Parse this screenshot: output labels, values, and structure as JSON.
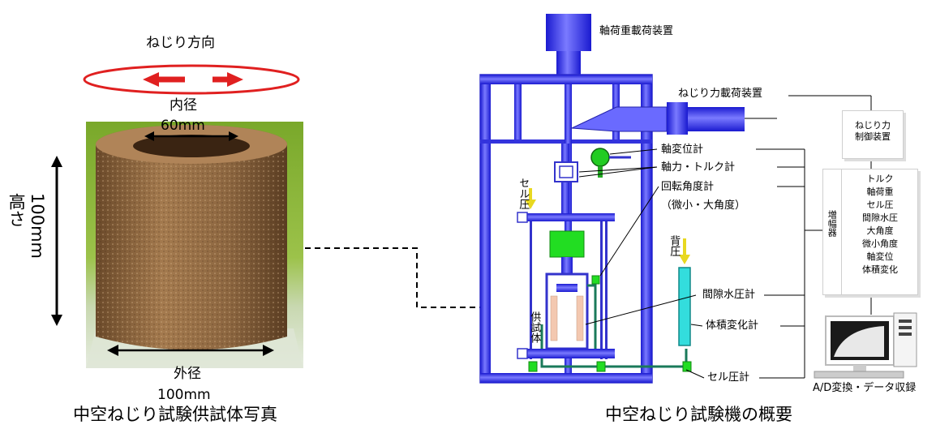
{
  "specimen": {
    "twist_label": "ねじり方向",
    "inner_label": "内径",
    "inner_value": "60mm",
    "height_label": "高さ",
    "height_value": "100mm",
    "outer_label": "外径",
    "outer_value": "100mm",
    "caption": "中空ねじり試験供試体写真"
  },
  "machine": {
    "caption": "中空ねじり試験機の概要",
    "top_load_device": "軸荷重載荷装置",
    "torsion_load_device": "ねじり力載荷装置",
    "axial_displacement": "軸変位計",
    "axial_torque": "軸力・トルク計",
    "rotation_angle": "回転角度計",
    "rotation_angle_sub": "（微小・大角度）",
    "cell_pressure": "セル圧",
    "back_pressure": "背圧",
    "specimen": "供試体",
    "pore_pressure": "間隙水圧計",
    "volume_change": "体積変化計",
    "cell_pressure_gauge": "セル圧計"
  },
  "controller": {
    "line1": "ねじり力",
    "line2": "制御装置"
  },
  "amplifier": {
    "label": "増幅器",
    "items": [
      "トルク",
      "軸荷重",
      "セル圧",
      "間隙水圧",
      "大角度",
      "微小角度",
      "軸変位",
      "体積変化"
    ]
  },
  "daq_label": "A/D変換・データ収録",
  "colors": {
    "frame_blue": "#3333ee",
    "ring_red": "#e02020",
    "green": "#22cc22",
    "cyan": "#33dddd",
    "yellow": "#f0e020"
  }
}
